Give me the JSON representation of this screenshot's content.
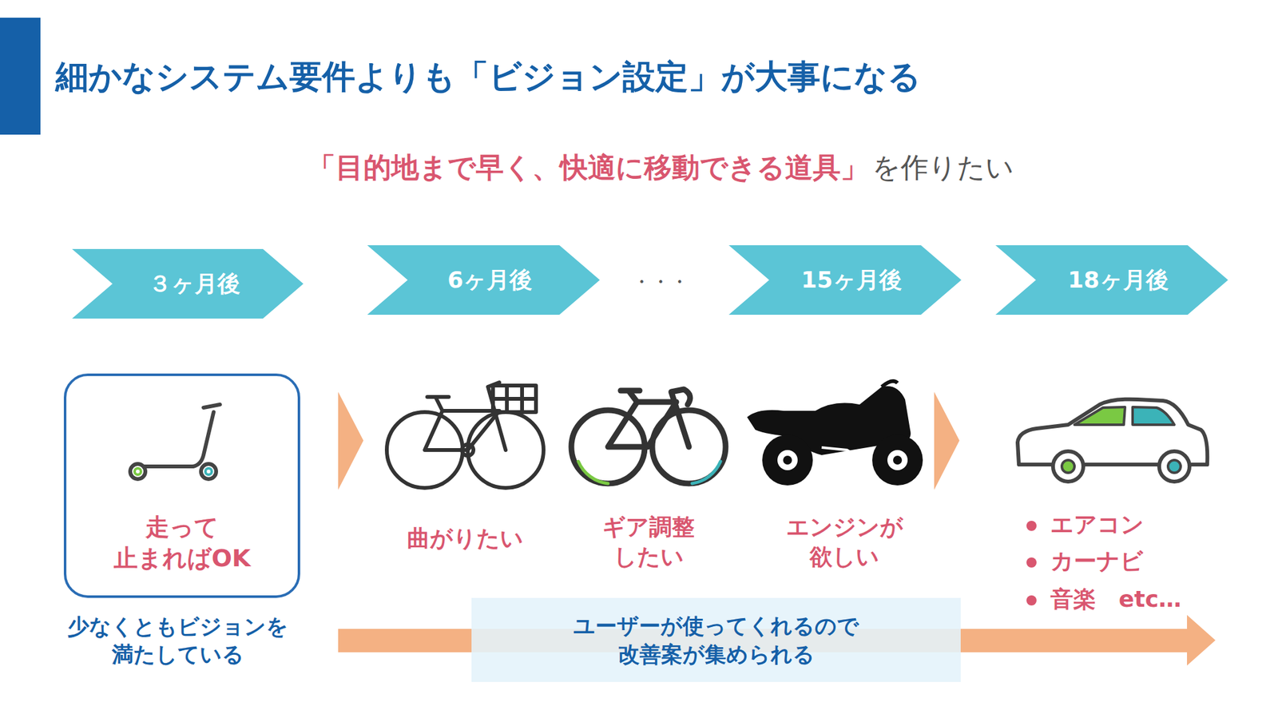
{
  "diagram": {
    "title": "細かなシステム要件よりも「ビジョン設定」が大事になる",
    "nodes": [
      {
        "text": [
          "３ヶ月後"
        ]
      },
      {
        "text": [
          "6ヶ月後"
        ]
      },
      {
        "text": [
          "15ヶ月後"
        ]
      },
      {
        "text": [
          "18ヶ月後"
        ]
      },
      {
        "text": [
          "走って 止まればOK"
        ]
      },
      {
        "text": [
          "ユーザーが使ってくれるので 改善案が集められる"
        ]
      }
    ],
    "labels": [
      "「目的地まで早く、快適に移動できる道具」",
      "を作りたい",
      "・・・",
      "少なくともビジョンを 満たしている",
      "曲がりたい",
      "ギア調整 したい",
      "エンジンが 欲しい",
      "エアコン",
      "カーナビ",
      "音楽　etc…"
    ]
  }
}
